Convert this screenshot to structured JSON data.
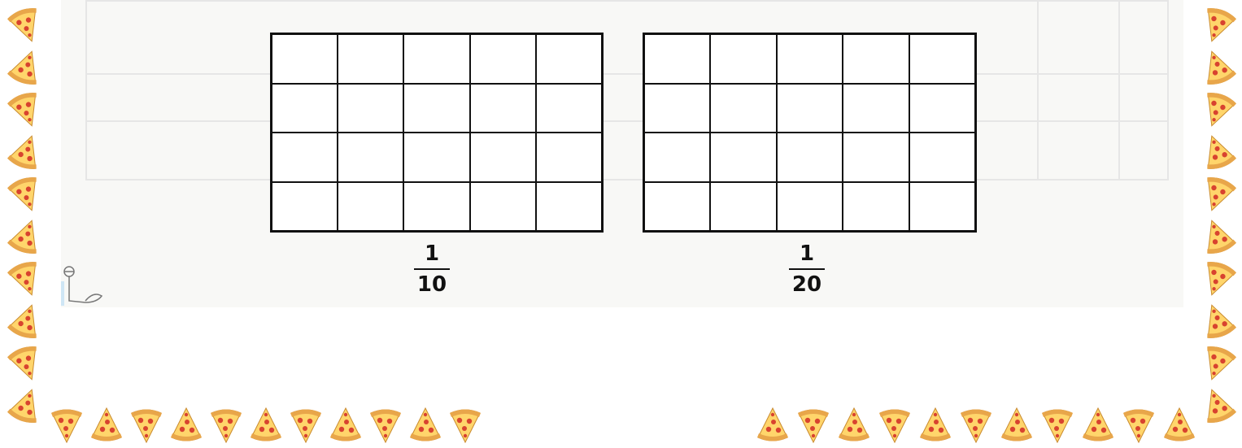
{
  "fractions": [
    {
      "numerator": "1",
      "denominator": "10"
    },
    {
      "numerator": "1",
      "denominator": "20"
    }
  ],
  "grid": {
    "rows": 4,
    "cols": 5
  },
  "colors": {
    "line": "#111111",
    "crust": "#e8a64a",
    "cheese": "#ffd56b",
    "pepperoni": "#d8432f"
  },
  "decoration": {
    "icon": "pizza-slice-icon"
  }
}
